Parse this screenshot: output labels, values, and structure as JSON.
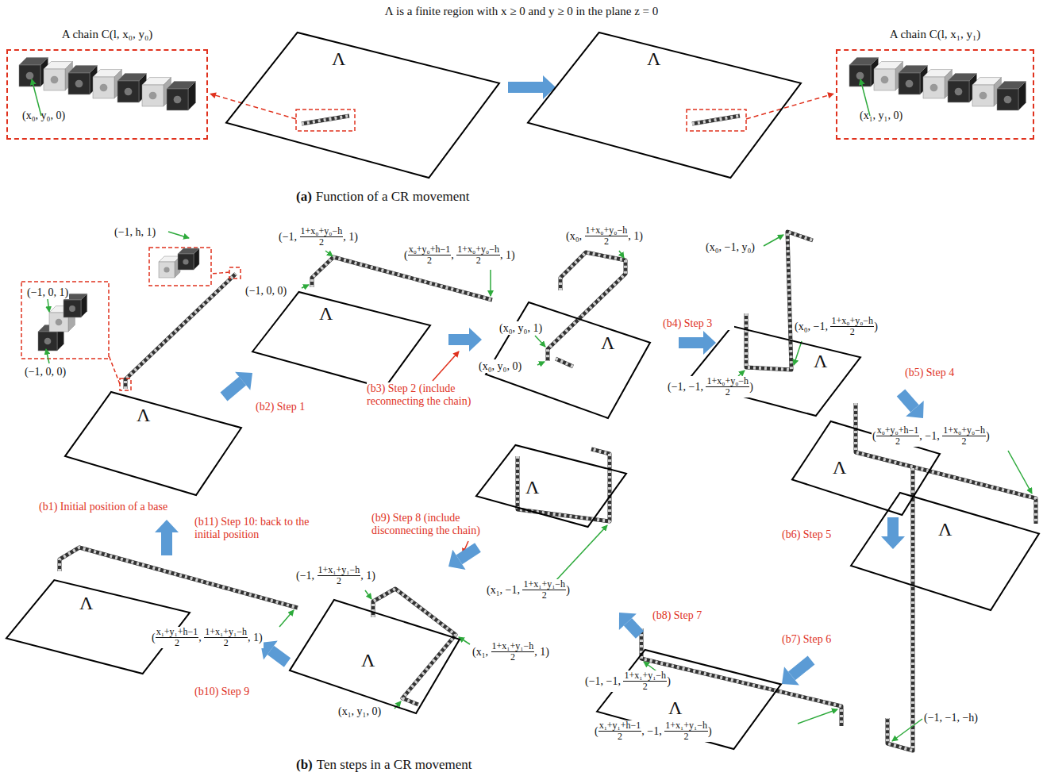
{
  "diagram": {
    "title": "Λ is a finite region with x ≥ 0 and y ≥ 0 in the plane z = 0",
    "nodes": [
      {
        "text": [
          "A chain C(l, x₀, y₀)",
          "(x₀, y₀, 0)"
        ]
      },
      {
        "text": [
          "Λ"
        ]
      },
      {
        "text": [
          "Λ"
        ]
      },
      {
        "text": [
          "A chain C(l, x₁, y₁)",
          "(x₁, y₁, 0)"
        ]
      },
      {
        "text": [
          "Λ"
        ]
      },
      {
        "text": [
          "Λ"
        ]
      },
      {
        "text": [
          "Λ"
        ]
      },
      {
        "text": [
          "Λ"
        ]
      },
      {
        "text": [
          "Λ"
        ]
      },
      {
        "text": [
          "Λ"
        ]
      },
      {
        "text": [
          "Λ"
        ]
      },
      {
        "text": [
          "Λ"
        ]
      },
      {
        "text": [
          "Λ"
        ]
      },
      {
        "text": [
          "Λ"
        ]
      }
    ],
    "edges": [
      {
        "from": 1,
        "to": 0,
        "arrow": "to"
      },
      {
        "from": 1,
        "to": 2,
        "arrow": "to"
      },
      {
        "from": 2,
        "to": 3,
        "arrow": "to"
      },
      {
        "from": 4,
        "to": 5,
        "arrow": "to",
        "label": "(b2) Step 1"
      },
      {
        "from": 5,
        "to": 6,
        "arrow": "to",
        "label": "(b3) Step 2 (include reconnecting the chain)"
      },
      {
        "from": 6,
        "to": 7,
        "arrow": "to",
        "label": "(b4) Step 3"
      },
      {
        "from": 7,
        "to": 8,
        "arrow": "to",
        "label": "(b5) Step 4"
      },
      {
        "from": 8,
        "to": 9,
        "arrow": "to",
        "label": "(b6) Step 5"
      },
      {
        "from": 9,
        "to": 10,
        "arrow": "to",
        "label": "(b7) Step 6"
      },
      {
        "from": 10,
        "to": 11,
        "arrow": "to",
        "label": "(b8) Step 7"
      },
      {
        "from": 11,
        "to": 12,
        "arrow": "to",
        "label": "(b9) Step 8 (include disconnecting the chain)"
      },
      {
        "from": 12,
        "to": 13,
        "arrow": "to",
        "label": "(b10) Step 9"
      },
      {
        "from": 13,
        "to": 4,
        "arrow": "to",
        "label": "(b11) Step 10: back to the initial position"
      }
    ],
    "labels": [
      "(a)",
      "Function of a CR movement",
      "(b)",
      "Ten steps in a CR movement",
      "(b1) Initial position of a base",
      "(−1, h, 1)",
      "(−1, 0, 1)",
      "(−1, 0, 0)",
      "(−1, ",
      "1+x₀+y₀−h",
      "2",
      ", 1)",
      "(−1, 0, 0)",
      "(",
      "x₀+y₀+h−1",
      "2",
      ", ",
      "1+x₀+y₀−h",
      "2",
      ", 1)",
      "(x₀, ",
      "1+x₀+y₀−h",
      "2",
      ", 1)",
      "(x₀, y₀, 1)",
      "(x₀, y₀, 0)",
      "(x₀, −1, y₀)",
      "(x₀, −1, ",
      "1+x₀+y₀−h",
      "2",
      ")",
      "(−1, −1, ",
      "1+x₀+y₀−h",
      "2",
      ")",
      "(",
      "x₀+y₀+h−1",
      "2",
      ", −1, ",
      "1+x₀+y₀−h",
      "2",
      ")",
      "(−1, −1, −h)",
      "(−1, −1, ",
      "1+x₁+y₁−h",
      "2",
      ")",
      "(",
      "x₁+y₁+h−1",
      "2",
      ", −1, ",
      "1+x₁+y₁−h",
      "2",
      ")",
      "(x₁, −1, ",
      "1+x₁+y₁−h",
      "2",
      ")",
      "(−1, ",
      "1+x₁+y₁−h",
      "2",
      ", 1)",
      "(x₁, ",
      "1+x₁+y₁−h",
      "2",
      ", 1)",
      "(x₁, y₁, 0)",
      "(",
      "x₁+y₁+h−1",
      "2",
      ", ",
      "1+x₁+y₁−h",
      "2",
      ", 1)"
    ]
  }
}
